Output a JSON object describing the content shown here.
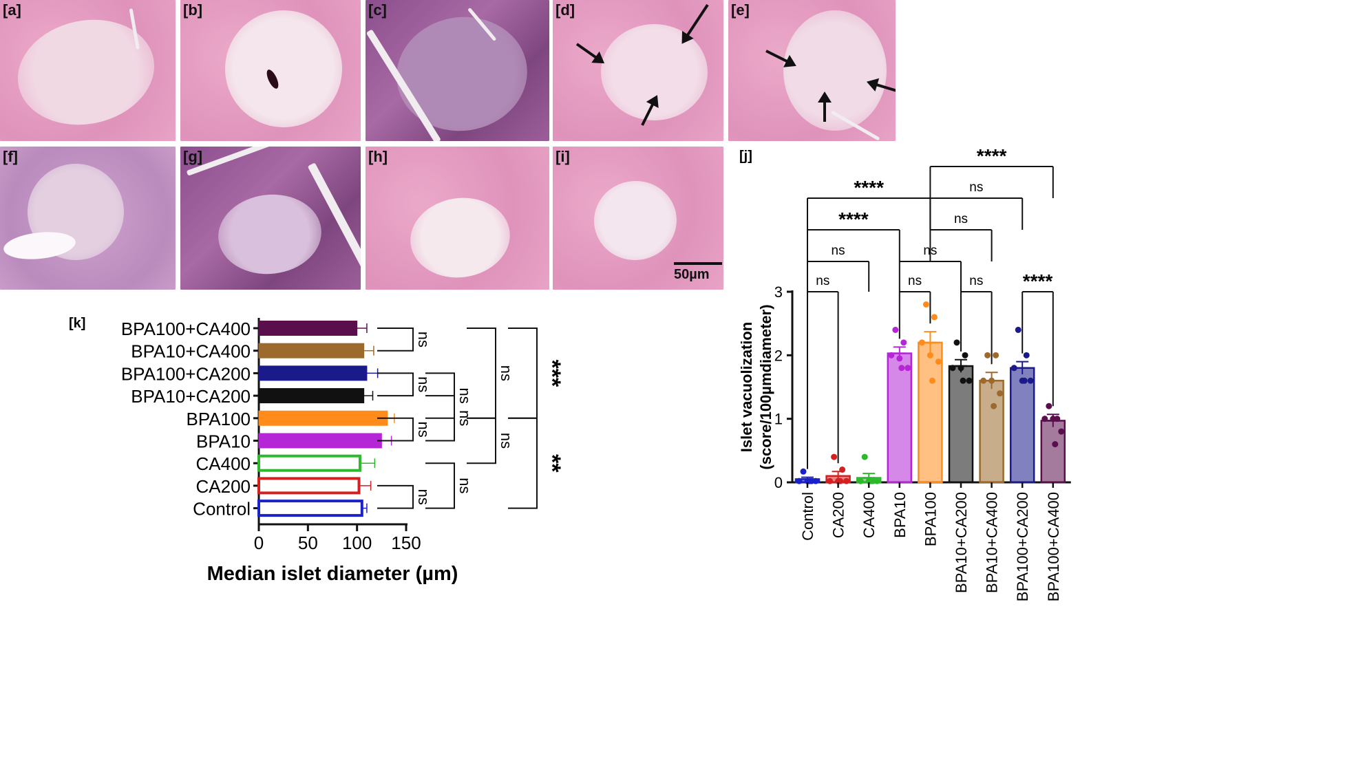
{
  "panels": [
    {
      "id": "a",
      "label": "[a]"
    },
    {
      "id": "b",
      "label": "[b]"
    },
    {
      "id": "c",
      "label": "[c]"
    },
    {
      "id": "d",
      "label": "[d]"
    },
    {
      "id": "e",
      "label": "[e]"
    },
    {
      "id": "f",
      "label": "[f]"
    },
    {
      "id": "g",
      "label": "[g]"
    },
    {
      "id": "h",
      "label": "[h]"
    },
    {
      "id": "i",
      "label": "[i]"
    }
  ],
  "scale_bar": {
    "label": "50µm"
  },
  "colors": {
    "Control": "#1a22c8",
    "CA200": "#d42020",
    "CA400": "#2eb82e",
    "BPA10": "#b526d6",
    "BPA100": "#ff8c1a",
    "BPA10+CA200": "#111111",
    "BPA10+CA400": "#9b6a2c",
    "BPA100+CA200": "#1a1a8a",
    "BPA100+CA400": "#5a0f4c",
    "tissue_pink": "#e7a6c6",
    "tissue_purple": "#9a5a98"
  },
  "chart_data": [
    {
      "panel_label": "[k]",
      "type": "bar",
      "orientation": "horizontal",
      "categories": [
        "BPA100+CA400",
        "BPA10+CA400",
        "BPA100+CA200",
        "BPA10+CA200",
        "BPA100",
        "BPA10",
        "CA400",
        "CA200",
        "Control"
      ],
      "values": [
        100,
        107,
        110,
        107,
        131,
        125,
        103,
        102,
        105
      ],
      "errors": [
        10,
        10,
        11,
        9,
        7,
        10,
        15,
        12,
        5
      ],
      "filled": [
        true,
        true,
        true,
        true,
        true,
        true,
        false,
        false,
        false
      ],
      "xlabel": "Median islet diameter (µm)",
      "xlim": [
        0,
        150
      ],
      "xticks": [
        "0",
        "50",
        "100",
        "150"
      ],
      "significance": [
        {
          "rows": [
            7,
            8
          ],
          "label": "ns",
          "level": 1
        },
        {
          "rows": [
            5,
            4
          ],
          "label": "ns",
          "level": 1
        },
        {
          "rows": [
            3,
            2
          ],
          "label": "ns",
          "level": 1
        },
        {
          "rows": [
            1,
            0
          ],
          "label": "ns",
          "level": 1
        },
        {
          "rows": [
            6,
            8
          ],
          "label": "ns",
          "level": 2
        },
        {
          "rows": [
            5,
            3
          ],
          "label": "ns",
          "level": 2
        },
        {
          "rows": [
            4,
            2
          ],
          "label": "ns",
          "level": 2
        },
        {
          "rows": [
            6,
            4
          ],
          "label": "ns",
          "level": 3
        },
        {
          "rows": [
            4,
            0
          ],
          "label": "ns",
          "level": 3
        },
        {
          "rows": [
            4,
            8
          ],
          "label": "**",
          "level": 4
        },
        {
          "rows": [
            0,
            4
          ],
          "label": "***",
          "level": 4
        }
      ]
    },
    {
      "panel_label": "[j]",
      "type": "bar",
      "categories": [
        "Control",
        "CA200",
        "CA400",
        "BPA10",
        "BPA100",
        "BPA10+CA200",
        "BPA10+CA400",
        "BPA100+CA200",
        "BPA100+CA400"
      ],
      "values": [
        0.05,
        0.1,
        0.07,
        2.03,
        2.2,
        1.83,
        1.6,
        1.8,
        0.97
      ],
      "errors": [
        0.03,
        0.07,
        0.07,
        0.1,
        0.17,
        0.1,
        0.13,
        0.1,
        0.1
      ],
      "points": [
        [
          0.17,
          0.02,
          0.02,
          0.02,
          0.02,
          0.02
        ],
        [
          0.4,
          0.2,
          0.02,
          0.02,
          0.02,
          0.02
        ],
        [
          0.4,
          0.02,
          0.02,
          0.02,
          0.02,
          0.02
        ],
        [
          2.4,
          2.2,
          2.0,
          1.95,
          1.8,
          1.8
        ],
        [
          2.8,
          2.6,
          2.2,
          2.0,
          1.9,
          1.6
        ],
        [
          2.2,
          2.0,
          1.8,
          1.8,
          1.6,
          1.6
        ],
        [
          2.0,
          2.0,
          1.6,
          1.6,
          1.4,
          1.2
        ],
        [
          2.4,
          2.0,
          1.8,
          1.6,
          1.6,
          1.6
        ],
        [
          1.2,
          1.0,
          1.0,
          1.0,
          0.8,
          0.6
        ]
      ],
      "ylabel": "Islet vacuolization\n(score/100µmdiameter)",
      "ylim": [
        0,
        3
      ],
      "yticks": [
        "0",
        "1",
        "2",
        "3"
      ],
      "significance": [
        {
          "from": 0,
          "to": 1,
          "label": "ns",
          "tier": 0
        },
        {
          "from": 3,
          "to": 4,
          "label": "ns",
          "tier": 0
        },
        {
          "from": 5,
          "to": 6,
          "label": "ns",
          "tier": 0
        },
        {
          "from": 7,
          "to": 8,
          "label": "****",
          "tier": 0
        },
        {
          "from": 0,
          "to": 2,
          "label": "ns",
          "tier": 1
        },
        {
          "from": 3,
          "to": 5,
          "label": "ns",
          "tier": 1
        },
        {
          "from": 0,
          "to": 3,
          "label": "****",
          "tier": 2
        },
        {
          "from": 4,
          "to": 6,
          "label": "ns",
          "tier": 2
        },
        {
          "from": 0,
          "to": 4,
          "label": "****",
          "tier": 3
        },
        {
          "from": 4,
          "to": 7,
          "label": "ns",
          "tier": 3
        },
        {
          "from": 4,
          "to": 8,
          "label": "****",
          "tier": 4
        }
      ]
    }
  ]
}
